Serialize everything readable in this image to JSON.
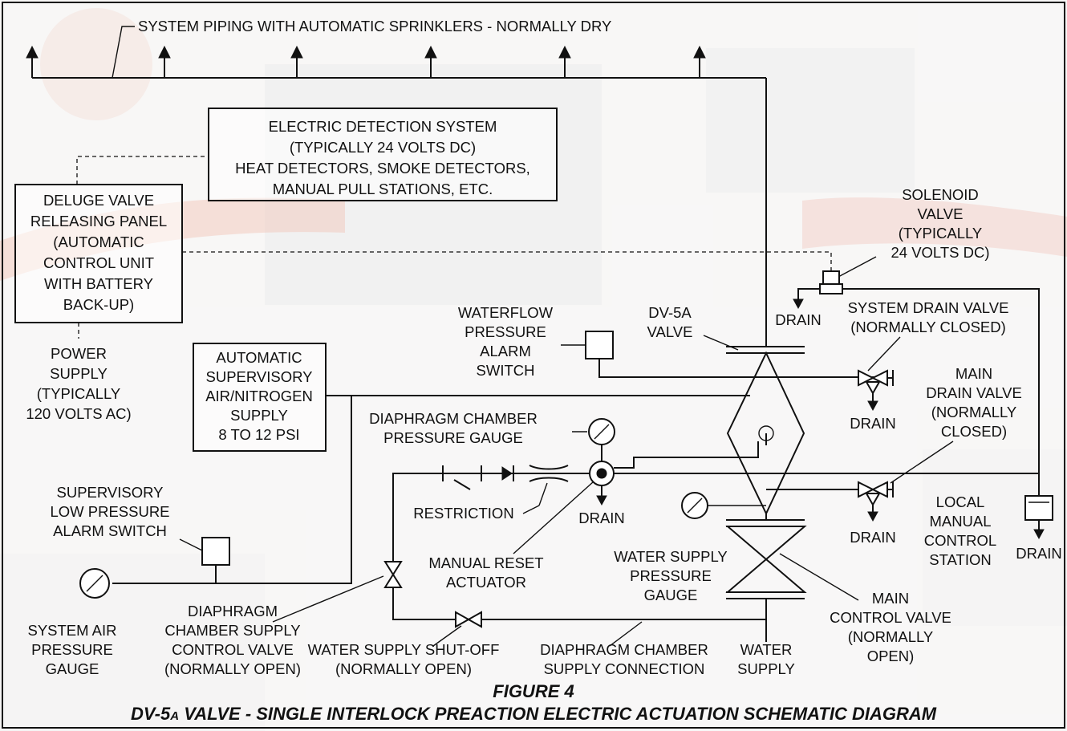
{
  "colors": {
    "line": "#111111",
    "background": "#ffffff",
    "photo_grey": "#d9d9d9",
    "photo_red": "#e8a08e"
  },
  "labels": {
    "system_piping": "SYSTEM PIPING WITH AUTOMATIC SPRINKLERS - NORMALLY DRY",
    "detection": [
      "ELECTRIC DETECTION SYSTEM",
      "(TYPICALLY 24 VOLTS DC)",
      "HEAT DETECTORS, SMOKE DETECTORS,",
      "MANUAL PULL STATIONS, ETC."
    ],
    "releasing_panel": [
      "DELUGE VALVE",
      "RELEASING PANEL",
      "(AUTOMATIC",
      "CONTROL UNIT",
      "WITH BATTERY",
      "BACK-UP)"
    ],
    "power_supply": [
      "POWER",
      "SUPPLY",
      "(TYPICALLY",
      "120 VOLTS AC)"
    ],
    "air_supply": [
      "AUTOMATIC",
      "SUPERVISORY",
      "AIR/NITROGEN",
      "SUPPLY",
      "8 TO 12 PSI"
    ],
    "waterflow_switch": [
      "WATERFLOW",
      "PRESSURE",
      "ALARM",
      "SWITCH"
    ],
    "dv5a_valve": [
      "DV-5A",
      "VALVE"
    ],
    "solenoid": [
      "SOLENOID",
      "VALVE",
      "(TYPICALLY",
      "24 VOLTS DC)"
    ],
    "drain": "DRAIN",
    "system_drain_valve": [
      "SYSTEM DRAIN VALVE",
      "(NORMALLY CLOSED)"
    ],
    "main_drain_valve": [
      "MAIN",
      "DRAIN VALVE",
      "(NORMALLY",
      "CLOSED)"
    ],
    "diaphragm_gauge": [
      "DIAPHRAGM CHAMBER",
      "PRESSURE GAUGE"
    ],
    "supervisory_switch": [
      "SUPERVISORY",
      "LOW PRESSURE",
      "ALARM SWITCH"
    ],
    "restriction": "RESTRICTION",
    "manual_reset": [
      "MANUAL RESET",
      "ACTUATOR"
    ],
    "water_supply_gauge": [
      "WATER SUPPLY",
      "PRESSURE",
      "GAUGE"
    ],
    "local_station": [
      "LOCAL",
      "MANUAL",
      "CONTROL",
      "STATION"
    ],
    "system_air_gauge": [
      "SYSTEM AIR",
      "PRESSURE",
      "GAUGE"
    ],
    "diaphragm_supply_valve": [
      "DIAPHRAGM",
      "CHAMBER SUPPLY",
      "CONTROL VALVE",
      "(NORMALLY OPEN)"
    ],
    "shutoff": [
      "WATER SUPPLY SHUT-OFF",
      "(NORMALLY OPEN)"
    ],
    "supply_connection": [
      "DIAPHRAGM CHAMBER",
      "SUPPLY CONNECTION"
    ],
    "water_supply": [
      "WATER",
      "SUPPLY"
    ],
    "main_control_valve": [
      "MAIN",
      "CONTROL VALVE",
      "(NORMALLY",
      "OPEN)"
    ]
  },
  "caption": {
    "figure": "FIGURE 4",
    "title_pre": "DV-5",
    "title_sub": "A",
    "title_post": " VALVE - SINGLE INTERLOCK PREACTION ELECTRIC ACTUATION SCHEMATIC DIAGRAM"
  }
}
